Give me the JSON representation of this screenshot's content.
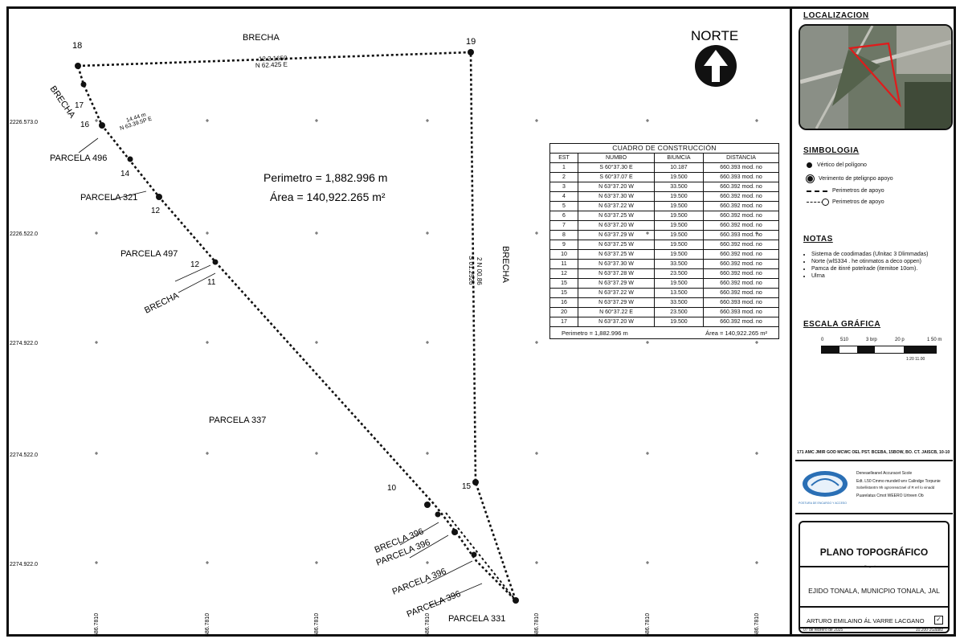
{
  "map": {
    "labels": {
      "brecha_top": "BRECHA",
      "brecha_left": "BRECHA",
      "brecha_right": "BRECHA",
      "brecha_mid": "BRECHA",
      "norte": "NORTE",
      "perimetro": "Perimetro = 1,882.996 m",
      "area": "Área = 140,922.265 m²"
    },
    "parcels": [
      {
        "label": "PARCELA 496"
      },
      {
        "label": "PARCELA 321"
      },
      {
        "label": "PARCELA 497"
      },
      {
        "label": "PARCELA 337"
      },
      {
        "label": "BRECLA 396"
      },
      {
        "label": "PARCELA 396"
      },
      {
        "label": "PARCELA 396"
      },
      {
        "label": "PARCELA 396"
      },
      {
        "label": "PARCELA 331"
      }
    ],
    "vertices": [
      {
        "label": "18"
      },
      {
        "label": "19"
      },
      {
        "label": "17"
      },
      {
        "label": "16"
      },
      {
        "label": "14"
      },
      {
        "label": "12"
      },
      {
        "label": "12"
      },
      {
        "label": "11"
      },
      {
        "label": "10"
      },
      {
        "label": "15"
      }
    ],
    "grid_y_labels": [
      "2226.573.0",
      "2226.522.0",
      "2274.922.0",
      "2274.522.0",
      "2274.922.0"
    ],
    "grid_x_labels": [
      "686.7810",
      "686.7810",
      "686.7810",
      "686.7810",
      "686.7810",
      "686.7810",
      "686.7810"
    ],
    "line_annotations": {
      "top_edge": "12.2 1650",
      "top_edge_2": "N 62.425 E",
      "right_edge": "S 01.2526",
      "right_edge_2": "2 N 00.86",
      "seg_16": "14.44 m",
      "seg_16b": "N 63.39.5P E"
    }
  },
  "table": {
    "title": "CUADRO DE CONSTRUCCIÓN",
    "headers": [
      "EST",
      "NUMBO",
      "BIUMCIA",
      "DISTANCIA"
    ],
    "rows": [
      [
        "1",
        "S 60°37.30 E",
        "10.187",
        "660.393 mod. no"
      ],
      [
        "2",
        "S 60°37.07 E",
        "19.500",
        "660.393 mod. no"
      ],
      [
        "3",
        "N 63°37.20 W",
        "33.500",
        "660.392 mod. no"
      ],
      [
        "4",
        "N 63°37.30 W",
        "19.500",
        "660.392 mod. no"
      ],
      [
        "5",
        "N 63°37.22 W",
        "19.500",
        "660.392 mod. no"
      ],
      [
        "6",
        "N 63°37.25 W",
        "19.500",
        "660.392 mod. no"
      ],
      [
        "7",
        "N 63°37.20 W",
        "19.500",
        "660.392 mod. no"
      ],
      [
        "8",
        "N 63°37.29 W",
        "19.500",
        "660.393 mod. no"
      ],
      [
        "9",
        "N 63°37.25 W",
        "19.500",
        "660.392 mod. no"
      ],
      [
        "10",
        "N 63°37.25 W",
        "19.500",
        "660.392 mod. no"
      ],
      [
        "11",
        "N 63°37.30 W",
        "33.500",
        "660.392 mod. no"
      ],
      [
        "12",
        "N 63°37.28 W",
        "23.500",
        "660.392 mod. no"
      ],
      [
        "15",
        "N 63°37.29 W",
        "19.500",
        "660.392 mod. no"
      ],
      [
        "15",
        "N 63°37.22 W",
        "13.500",
        "660.392 mod. no"
      ],
      [
        "16",
        "N 63°37.29 W",
        "33.500",
        "660.393 mod. no"
      ],
      [
        "20",
        "N 60°37.22 E",
        "23.500",
        "660.393 mod. no"
      ],
      [
        "17",
        "N 63°37.20 W",
        "19.500",
        "660.392 mod. no"
      ]
    ],
    "footer_perimetro": "Perimetro = 1,882.996 m",
    "footer_area": "Área = 140,922.265 m²"
  },
  "panel": {
    "localizacion": "LOCALIZACION",
    "simbologia": "SIMBOLOGIA",
    "legend": [
      {
        "text": "Vértico del polígono"
      },
      {
        "text": "Verimento de ptelignpo apoyo"
      },
      {
        "text": "Perimetros de apoyo"
      },
      {
        "text": "Perimetros de apoyo"
      }
    ],
    "notas": "NOTAS",
    "notes": [
      "Sistema de coodimadas (Ulnitac 3 Dlimmadas)",
      "Norte (wlS334 . he otinmatos a deco oppen)",
      "Pamca de itinré potelrade (itemitoe 10om).",
      "Ulrna"
    ],
    "escala": "ESCALA GRÁFICA",
    "scale_ticks": [
      "0",
      "510",
      "3 brp",
      "20 p",
      "1 50 m"
    ],
    "scale_sub": "1:20 11.00",
    "info_line": "171 AMC JMIR GOD MCWC OEL PST. BCEBA, 15BOW, BO. CT. JAISCB, 10-10",
    "org_lines": [
      "Deneaelleanel Accuracet Scole",
      "Edt. L50 Cmmo mundetl wrv Calindge Torpunie",
      "Sobellistantm 9h ogronrearzael  of R erl lo vinadd",
      "Puarelatus Cmot WEERO  Urtreen Ob"
    ],
    "org_caption": "POSTURA DE ENCARGO Y ACCESO",
    "plan_title": "PLANO TOPOGRÁFICO",
    "plan_sub": "Proyecto",
    "ejido": "EJIDO TONALA, MUNICPIO TONALA, JAL",
    "author": "ARTURO EMILAINO ÁL VARRE LACGANO",
    "date": "07 de febrero de 2025",
    "sheet": "10.200-2Gaaltz"
  }
}
